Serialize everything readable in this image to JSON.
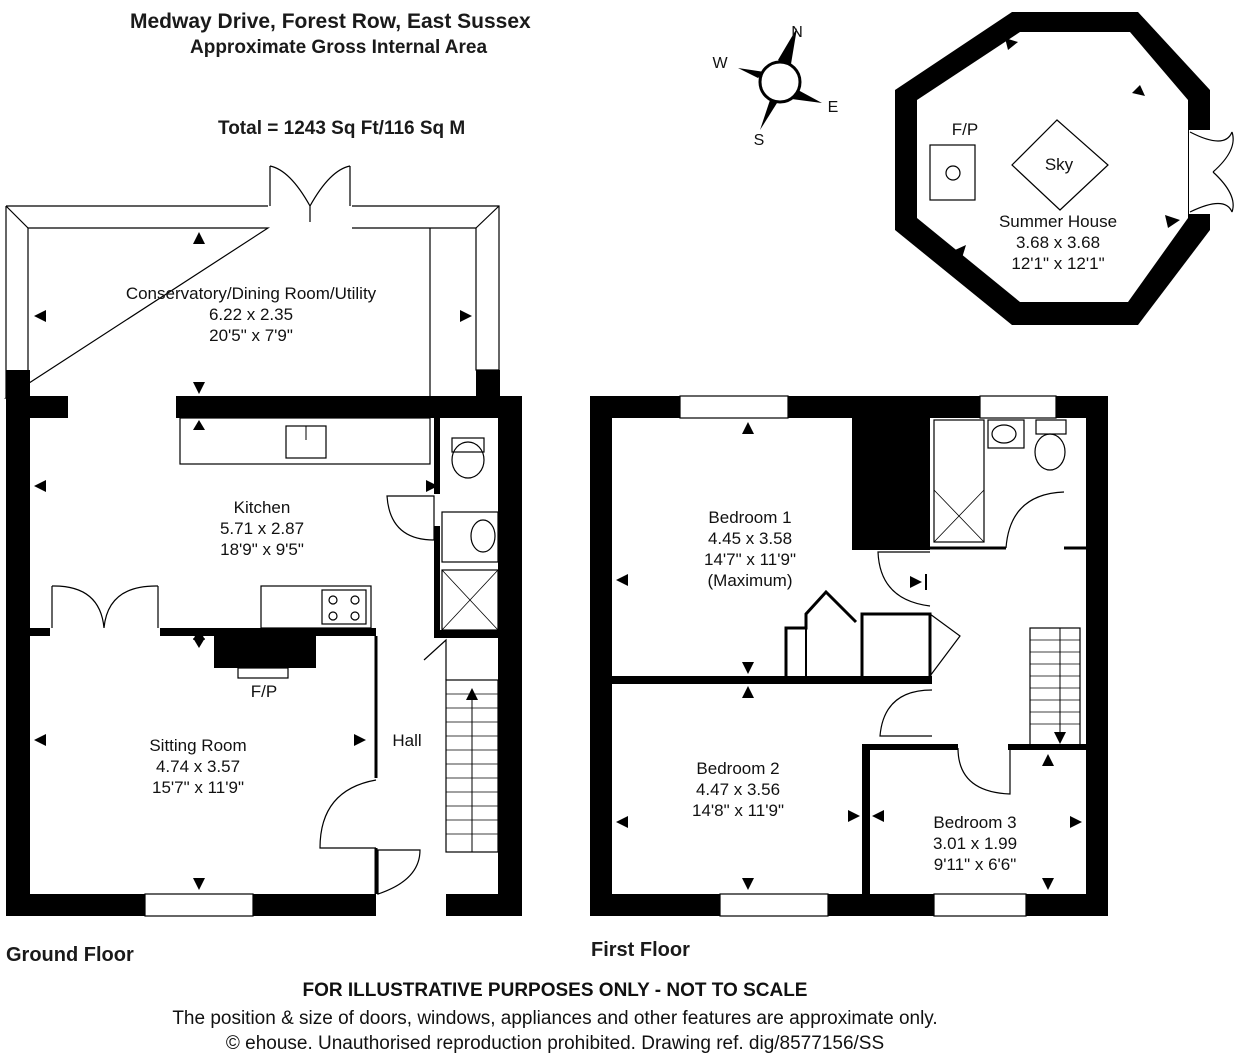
{
  "header": {
    "title": "Medway Drive, Forest Row, East Sussex",
    "subtitle": "Approximate Gross Internal Area",
    "total": "Total = 1243 Sq Ft/116 Sq M"
  },
  "compass": {
    "n": "N",
    "e": "E",
    "s": "S",
    "w": "W"
  },
  "ground_floor": {
    "label": "Ground Floor",
    "rooms": {
      "conservatory": {
        "name": "Conservatory/Dining Room/Utility",
        "metric": "6.22 x 2.35",
        "imperial": "20'5\" x 7'9\""
      },
      "kitchen": {
        "name": "Kitchen",
        "metric": "5.71 x 2.87",
        "imperial": "18'9\" x 9'5\""
      },
      "sitting": {
        "name": "Sitting Room",
        "metric": "4.74 x 3.57",
        "imperial": "15'7\" x 11'9\""
      },
      "hall": {
        "name": "Hall"
      }
    },
    "fireplace": "F/P"
  },
  "first_floor": {
    "label": "First Floor",
    "rooms": {
      "bedroom1": {
        "name": "Bedroom 1",
        "metric": "4.45 x 3.58",
        "imperial": "14'7\" x 11'9\"",
        "note": "(Maximum)"
      },
      "bedroom2": {
        "name": "Bedroom 2",
        "metric": "4.47 x 3.56",
        "imperial": "14'8\" x 11'9\""
      },
      "bedroom3": {
        "name": "Bedroom 3",
        "metric": "3.01 x 1.99",
        "imperial": "9'11\" x 6'6\""
      }
    }
  },
  "summer_house": {
    "name": "Summer House",
    "metric": "3.68 x 3.68",
    "imperial": "12'1\" x 12'1\"",
    "fireplace": "F/P",
    "sky": "Sky"
  },
  "footer": {
    "line1": "FOR ILLUSTRATIVE PURPOSES ONLY - NOT TO SCALE",
    "line2": "The position & size of doors, windows, appliances and other features are approximate only.",
    "line3": "© ehouse. Unauthorised reproduction prohibited. Drawing ref. dig/8577156/SS"
  }
}
